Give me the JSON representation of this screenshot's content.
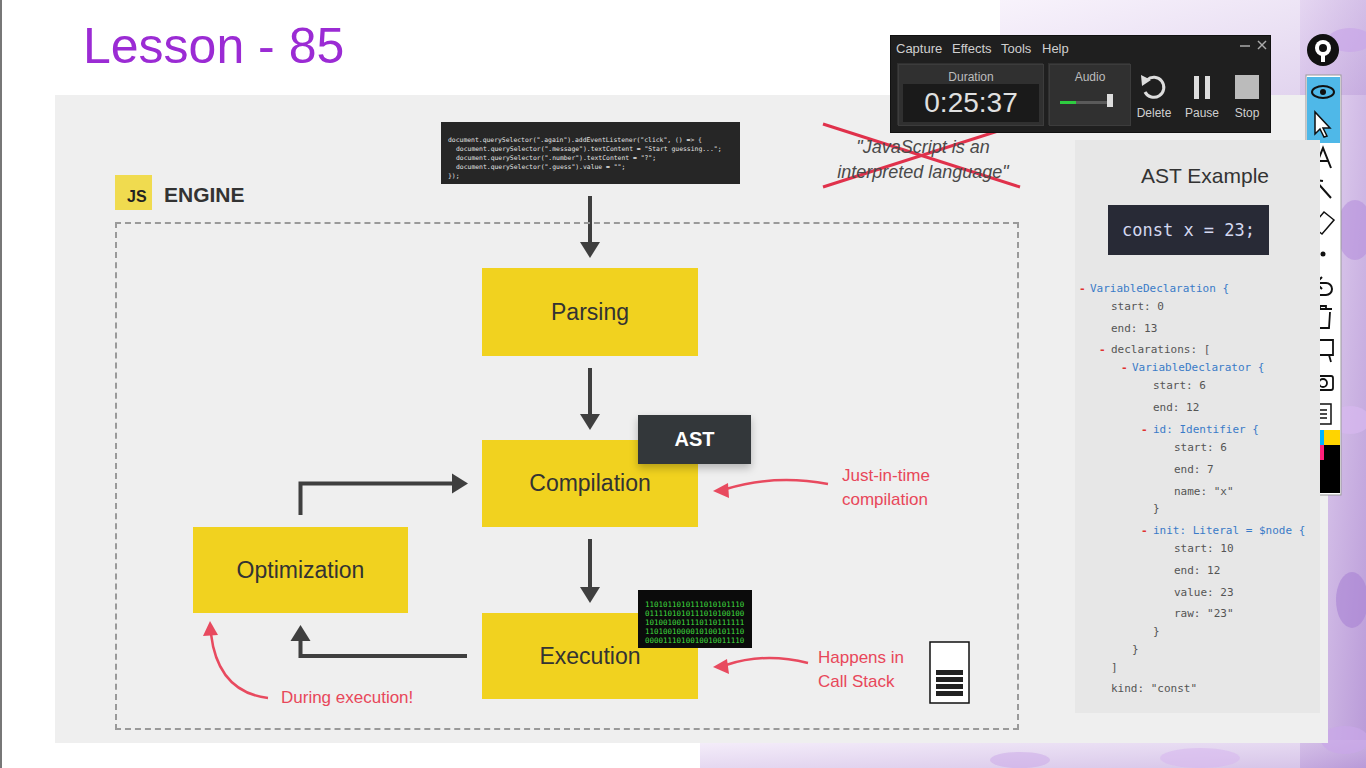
{
  "diagram": {
    "title": "Lesson - 85",
    "nodes": [
      {
        "text": [
          "document.querySelector(\".again\").addEventListener(\"click\", () => {",
          "document.querySelector(\".message\").textContent = \"Start guessing...\";",
          "document.querySelector(\".number\").textContent = \"?\";",
          "document.querySelector(\".guess\").value = \"\";",
          "});"
        ]
      },
      {
        "text": [
          "Capture",
          "Effects",
          "Tools",
          "Help"
        ]
      },
      {
        "text": [
          "Duration",
          "0:25:37"
        ],
        "in": 1
      },
      {
        "text": [
          "Audio"
        ],
        "in": 1
      },
      {
        "text": [
          "ENGINE"
        ]
      },
      {
        "text": [
          "JS"
        ],
        "in": 4
      },
      {
        "text": [
          "Parsing"
        ],
        "in": 4
      },
      {
        "text": [
          "AST"
        ],
        "in": 4
      },
      {
        "text": [
          "Compilation"
        ],
        "in": 4
      },
      {
        "text": [
          "Optimization"
        ],
        "in": 4
      },
      {
        "text": [
          "Execution"
        ],
        "in": 4
      },
      {
        "text": [
          "1101011010111010101110",
          "0111101010111010100100",
          "1010010011110110111111",
          "1101001000010100101110",
          "0000111010010010011110"
        ],
        "in": 4
      },
      {
        "text": [
          "AST Example"
        ]
      },
      {
        "text": [
          "const x = 23;"
        ],
        "in": 12
      }
    ],
    "edges": [
      {
        "from": 0,
        "to": 6,
        "arrow": "to"
      },
      {
        "from": 6,
        "to": 8,
        "arrow": "to"
      },
      {
        "from": 8,
        "to": 10,
        "arrow": "to"
      },
      {
        "from": 10,
        "to": 9,
        "arrow": "to"
      },
      {
        "from": 9,
        "to": 8,
        "arrow": "to"
      }
    ],
    "labels": [
      "\"JavaScript is an interpreted language\"",
      "Delete",
      "Pause",
      "Stop",
      "Just-in-time compilation",
      "Happens in Call Stack",
      "During execution!",
      "-",
      "VariableDeclaration {",
      "start: 0",
      "end: 13",
      "-",
      "declarations: [",
      "-",
      "VariableDeclarator {",
      "start: 6",
      "end: 12",
      "-",
      "id: Identifier {",
      "start: 6",
      "end: 7",
      "name: \"x\"",
      "}",
      "-",
      "init: Literal = $node {",
      "start: 10",
      "end: 12",
      "value: 23",
      "raw: \"23\"",
      "}",
      "}",
      "]",
      "kind: \"const\""
    ]
  }
}
